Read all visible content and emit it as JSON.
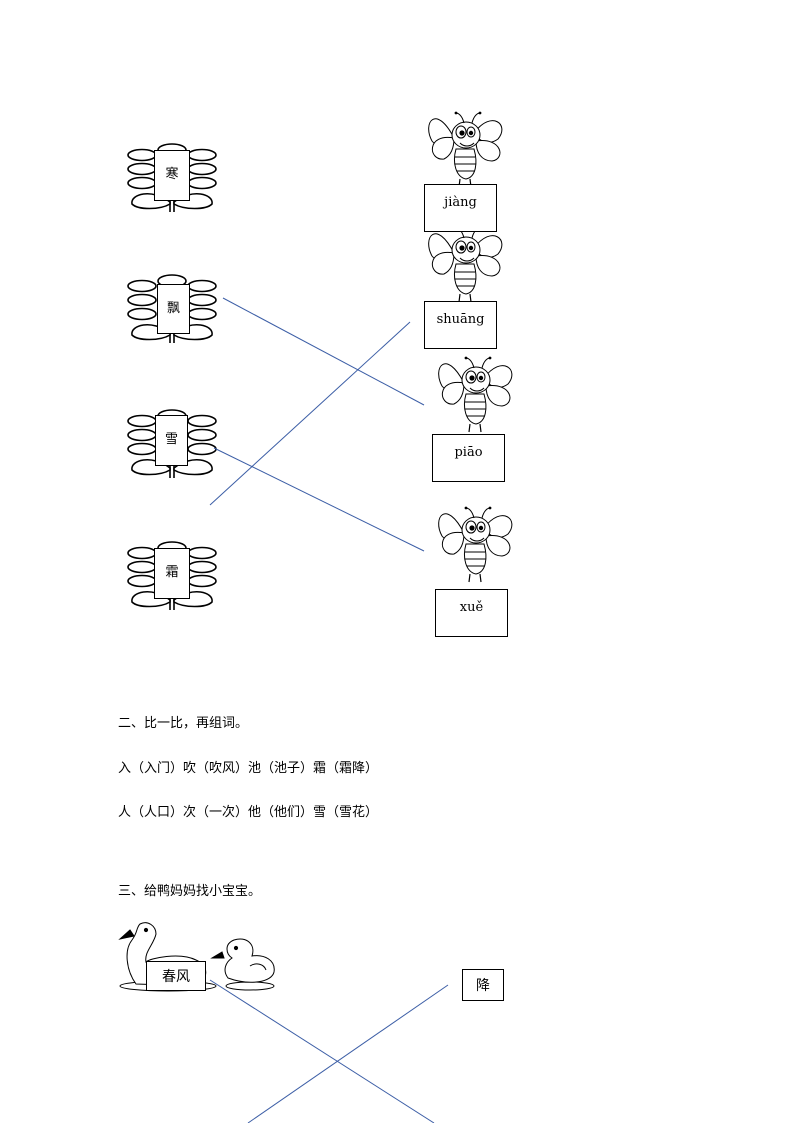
{
  "flowers": [
    {
      "char": "寒"
    },
    {
      "char": "飘"
    },
    {
      "char": "雪"
    },
    {
      "char": "霜"
    }
  ],
  "bees": [
    {
      "pinyin": "jiàng"
    },
    {
      "pinyin": "shuāng"
    },
    {
      "pinyin": "piāo"
    },
    {
      "pinyin": "xuě"
    }
  ],
  "section2": {
    "heading": "二、比一比，再组词。",
    "line1": "入（入门）吹（吹风）池（池子）霜（霜降）",
    "line2": "人（人口）次（一次）他（他们）雪（雪花）"
  },
  "section3": {
    "heading": "三、给鸭妈妈找小宝宝。",
    "mother_word": "春风",
    "baby_word": "降"
  }
}
